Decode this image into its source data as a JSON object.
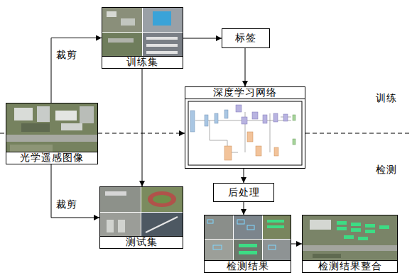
{
  "diagram": {
    "nodes": [
      {
        "text": [
          "训练集"
        ]
      },
      {
        "text": [
          "标签"
        ]
      },
      {
        "text": [
          "光学遥感图像"
        ]
      },
      {
        "text": [
          "深度学习网络"
        ]
      },
      {
        "text": [
          "后处理"
        ]
      },
      {
        "text": [
          "测试集"
        ]
      },
      {
        "text": [
          "检测结果"
        ]
      },
      {
        "text": [
          "检测结果整合"
        ]
      }
    ],
    "edges": [
      {
        "from": 2,
        "to": 0,
        "label": "裁剪",
        "arrow": "to"
      },
      {
        "from": 2,
        "to": 5,
        "label": "裁剪",
        "arrow": "to"
      },
      {
        "from": 0,
        "to": 1,
        "arrow": "to"
      },
      {
        "from": 1,
        "to": 3,
        "arrow": "to"
      },
      {
        "from": 2,
        "to": 3,
        "arrow": "to"
      },
      {
        "from": 0,
        "to": 5,
        "arrow": "to"
      },
      {
        "from": 3,
        "to": 4,
        "arrow": "to"
      },
      {
        "from": 4,
        "to": 6,
        "arrow": "to"
      },
      {
        "from": 6,
        "to": 7,
        "arrow": "to"
      }
    ],
    "labels": [
      "训练",
      "检测"
    ]
  }
}
